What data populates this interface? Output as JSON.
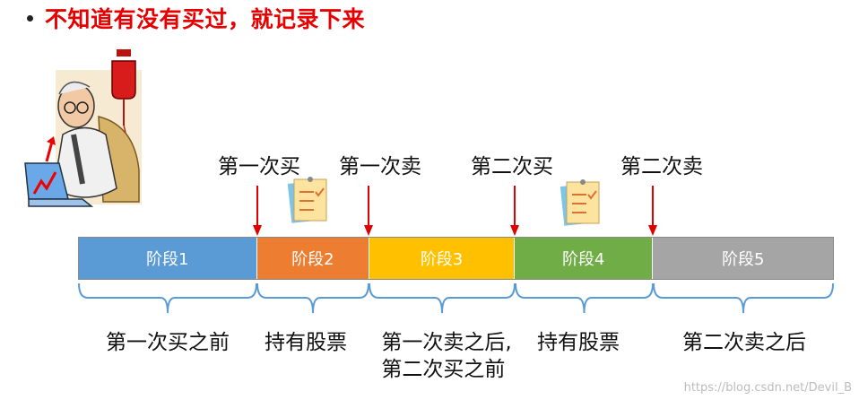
{
  "heading": {
    "bullet": "•",
    "text": "不知道有没有买过，就记录下来"
  },
  "events": [
    {
      "label": "第一次买"
    },
    {
      "label": "第一次卖"
    },
    {
      "label": "第二次买"
    },
    {
      "label": "第二次卖"
    }
  ],
  "stages": [
    {
      "label": "阶段1",
      "color": "#5b9bd5"
    },
    {
      "label": "阶段2",
      "color": "#ed7d31"
    },
    {
      "label": "阶段3",
      "color": "#ffc000"
    },
    {
      "label": "阶段4",
      "color": "#70ad47"
    },
    {
      "label": "阶段5",
      "color": "#a5a5a5"
    }
  ],
  "descriptions": [
    {
      "line1": "第一次买之前",
      "line2": ""
    },
    {
      "line1": "持有股票",
      "line2": ""
    },
    {
      "line1": "第一次卖之后,",
      "line2": "第二次买之前"
    },
    {
      "line1": "持有股票",
      "line2": ""
    },
    {
      "line1": "第二次卖之后",
      "line2": ""
    }
  ],
  "arrow_color": "#e00000",
  "brace_color": "#5b9bd5",
  "watermark": "https://blog.csdn.net/Devil_B"
}
